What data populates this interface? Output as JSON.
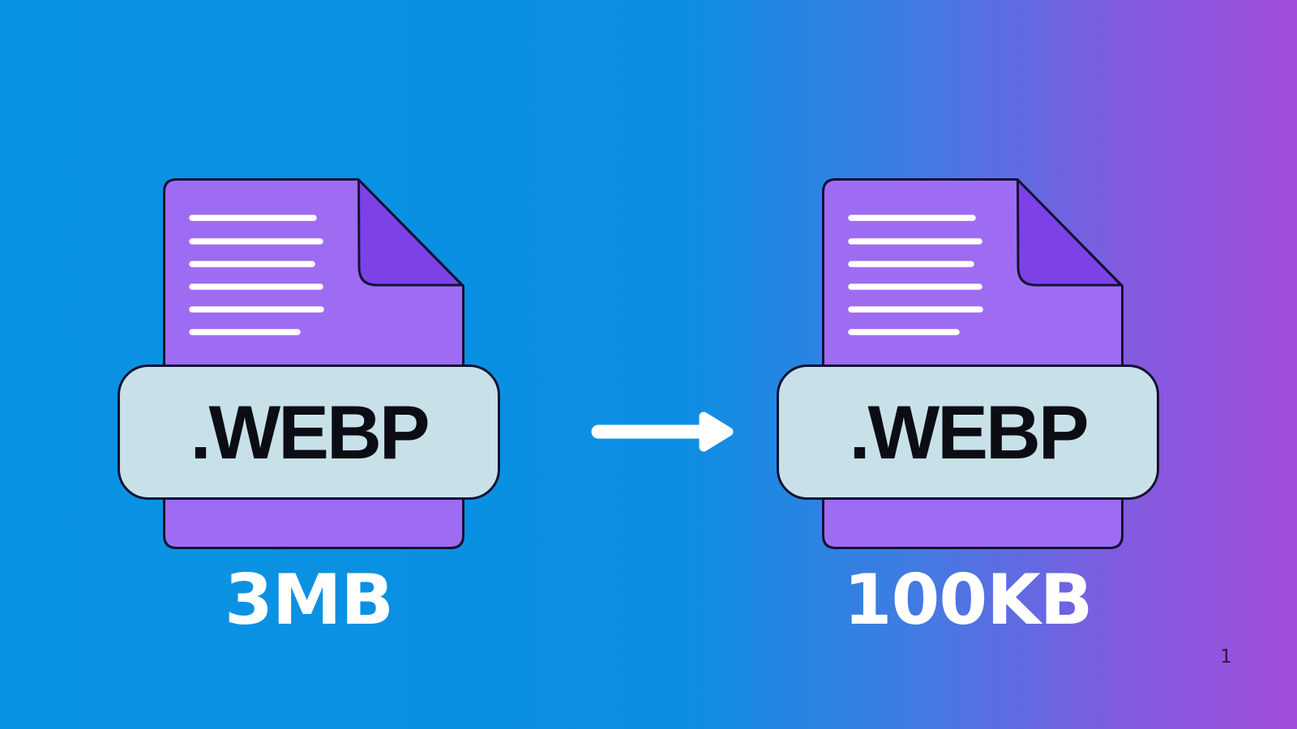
{
  "slide": {
    "page_number": "1"
  },
  "conversion": {
    "source": {
      "extension": ".WEBP",
      "size": "3MB"
    },
    "result": {
      "extension": ".WEBP",
      "size": "100KB"
    },
    "arrow_icon": "right-arrow"
  },
  "colors": {
    "background_left": "#0993e3",
    "background_right": "#a24ddb",
    "document_fill": "#9e6cf2",
    "fold_fill": "#7c42e8",
    "outline": "#141233",
    "label_background": "#c8e1e8",
    "label_text": "#0c0c14",
    "size_text": "#ffffff",
    "document_text_lines": "#ffffff"
  }
}
